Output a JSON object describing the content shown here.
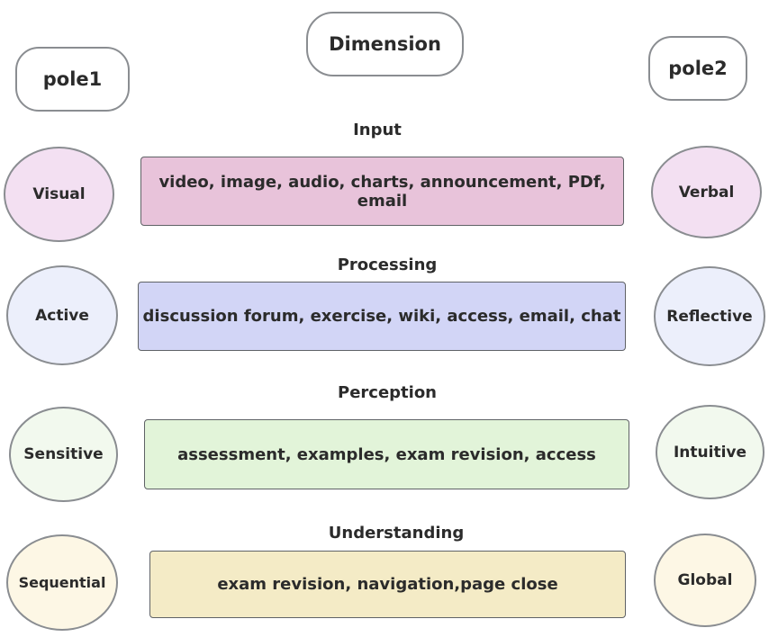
{
  "header": {
    "dimension": "Dimension",
    "pole1": "pole1",
    "pole2": "pole2"
  },
  "rows": [
    {
      "dimension": "Input",
      "pole1": "Visual",
      "pole2": "Verbal",
      "activities": "video, image, audio, charts, announcement, PDf, email",
      "colors": {
        "pole": "#f3e0f2",
        "box": "#e8c3da"
      }
    },
    {
      "dimension": "Processing",
      "pole1": "Active",
      "pole2": "Reflective",
      "activities": "discussion forum, exercise, wiki, access, email, chat",
      "colors": {
        "pole": "#eceffb",
        "box": "#d2d5f6"
      }
    },
    {
      "dimension": "Perception",
      "pole1": "Sensitive",
      "pole2": "Intuitive",
      "activities": "assessment, examples, exam revision, access",
      "colors": {
        "pole": "#f2f9ee",
        "box": "#e2f4d9"
      }
    },
    {
      "dimension": "Understanding",
      "pole1": "Sequential",
      "pole2": "Global",
      "activities": "exam revision, navigation,page close",
      "colors": {
        "pole": "#fdf7e5",
        "box": "#f4ebc6"
      }
    }
  ]
}
